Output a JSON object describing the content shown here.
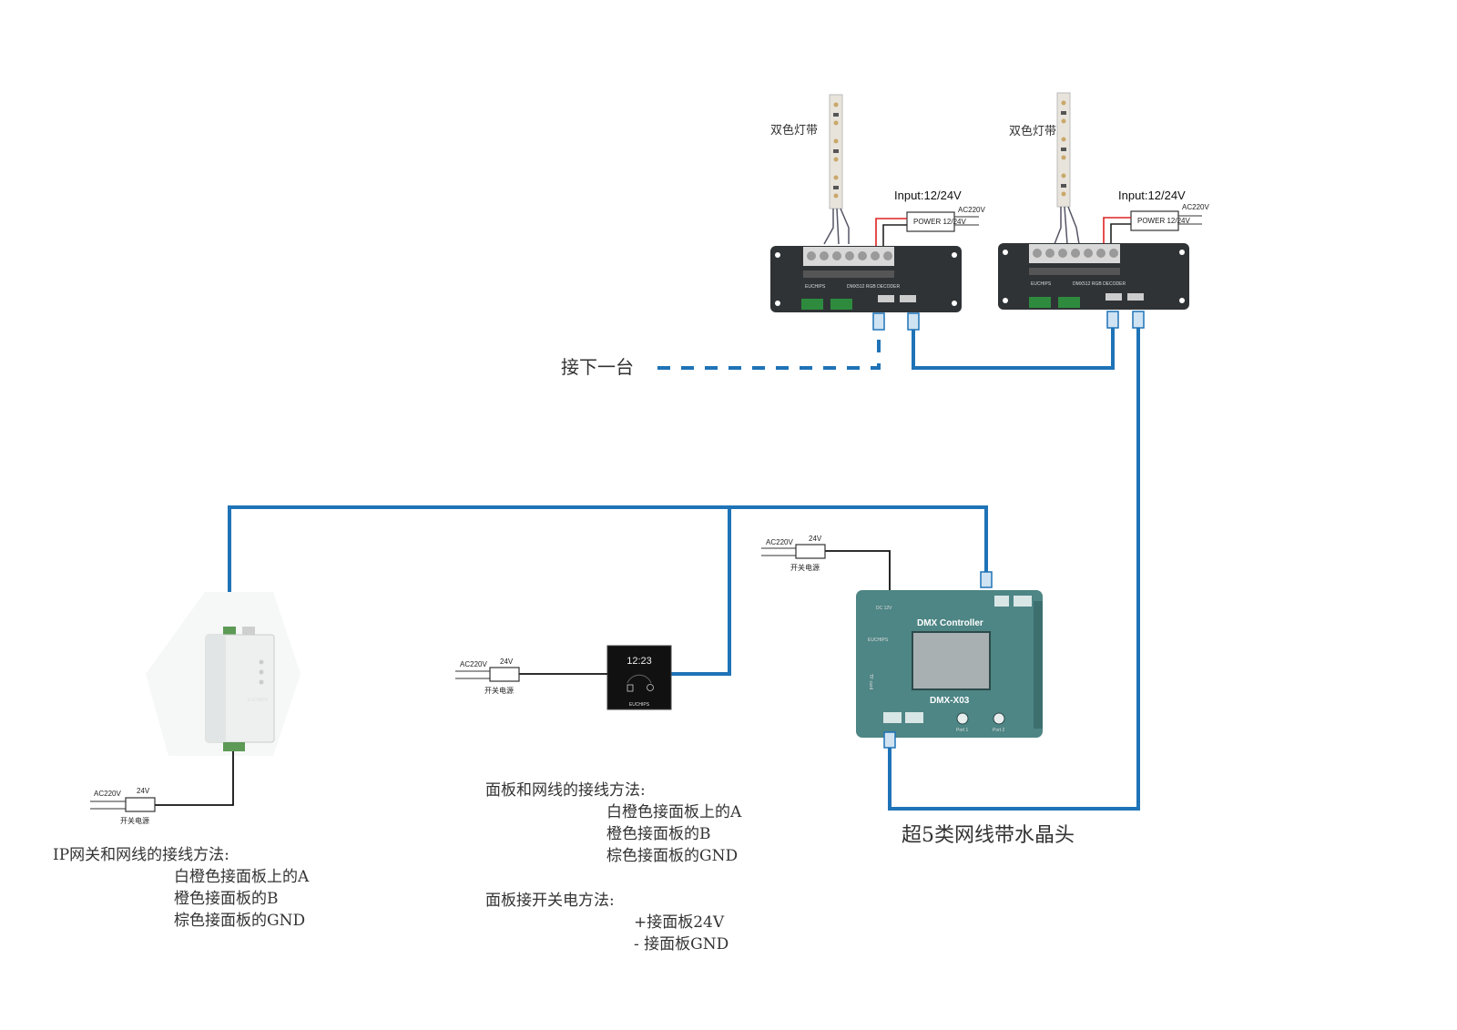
{
  "colors": {
    "cable": "#1f73b7",
    "decoder": "#2f3336",
    "controller": "#4e8585",
    "gateway": "#eef0f0",
    "panel": "#111111"
  },
  "decoders": [
    {
      "strip_label": "双色灯带",
      "input_label": "Input:12/24V",
      "power_label": "POWER 12/24V",
      "ac_label": "AC220V",
      "model_text": "DMX512 RGB DECODER",
      "brand": "EUCHIPS"
    },
    {
      "strip_label": "双色灯带",
      "input_label": "Input:12/24V",
      "power_label": "POWER 12/24V",
      "ac_label": "AC220V",
      "model_text": "DMX512 RGB DECODER",
      "brand": "EUCHIPS"
    }
  ],
  "next_unit_label": "接下一台",
  "controller": {
    "title": "DMX Controller",
    "model": "DMX-X03",
    "brand": "EUCHIPS",
    "dc_label": "DC 12V",
    "tf_label": "TF card",
    "port1": "Port 1",
    "port2": "Port 2"
  },
  "panel": {
    "time": "12:23",
    "brand": "EUCHIPS"
  },
  "gateway": {
    "brand": "EUCHIPS"
  },
  "psus": [
    {
      "ac": "AC220V",
      "dc": "24V",
      "label": "开关电源"
    },
    {
      "ac": "AC220V",
      "dc": "24V",
      "label": "开关电源"
    },
    {
      "ac": "AC220V",
      "dc": "24V",
      "label": "开关电源"
    }
  ],
  "cable_note": "超5类网线带水晶头",
  "notes": {
    "panel_wiring": {
      "title": "面板和网线的接线方法:",
      "lines": [
        "白橙色接面板上的A",
        "橙色接面板的B",
        "棕色接面板的GND"
      ]
    },
    "panel_power": {
      "title": "面板接开关电方法:",
      "lines": [
        "+接面板24V",
        "- 接面板GND"
      ]
    },
    "gateway_wiring": {
      "title": "IP网关和网线的接线方法:",
      "lines": [
        "白橙色接面板上的A",
        "橙色接面板的B",
        "棕色接面板的GND"
      ]
    }
  }
}
